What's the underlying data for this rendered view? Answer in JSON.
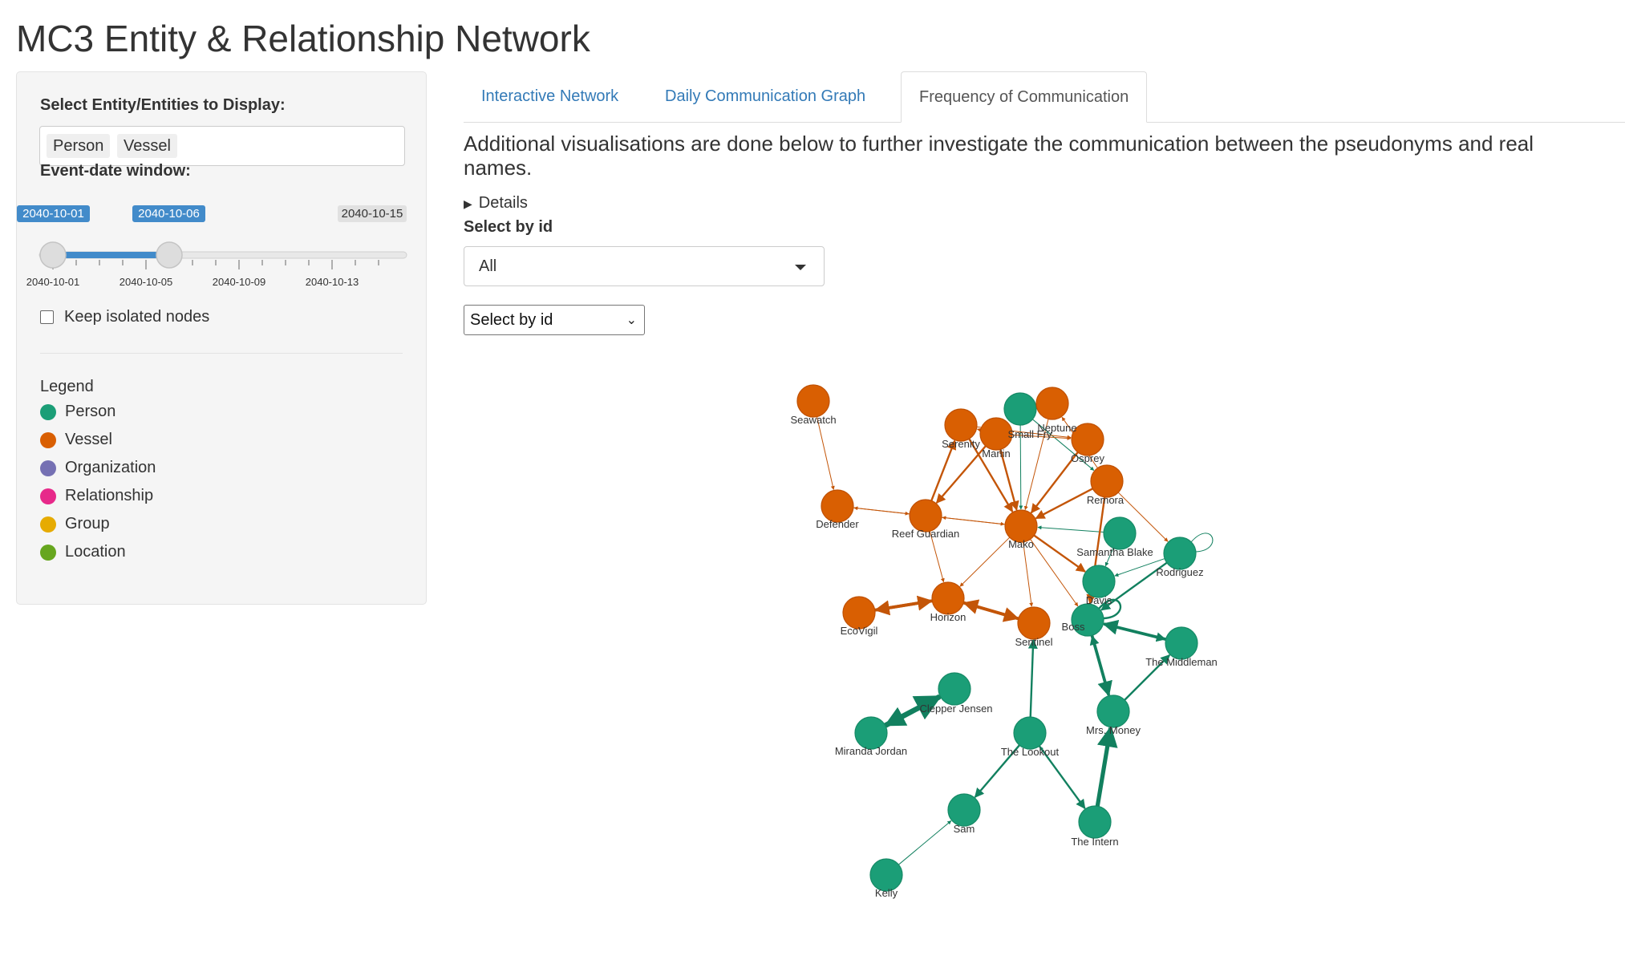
{
  "title": "MC3 Entity & Relationship Network",
  "sidebar": {
    "entity_label": "Select Entity/Entities to Display:",
    "selected_entities": [
      "Person",
      "Vessel"
    ],
    "date_label": "Event-date window:",
    "date_from": "2040-10-01",
    "date_to": "2040-10-06",
    "date_max": "2040-10-15",
    "date_ticks": [
      "2040-10-01",
      "2040-10-05",
      "2040-10-09",
      "2040-10-13"
    ],
    "keep_isolated_label": "Keep isolated nodes",
    "keep_isolated_checked": false,
    "legend_title": "Legend",
    "legend": [
      {
        "label": "Person",
        "color": "#1b9e77"
      },
      {
        "label": "Vessel",
        "color": "#d95f02"
      },
      {
        "label": "Organization",
        "color": "#7570b3"
      },
      {
        "label": "Relationship",
        "color": "#e7298a"
      },
      {
        "label": "Group",
        "color": "#e6ab02"
      },
      {
        "label": "Location",
        "color": "#66a61e"
      }
    ]
  },
  "tabs": [
    {
      "label": "Interactive Network",
      "active": false
    },
    {
      "label": "Daily Communication Graph",
      "active": false
    },
    {
      "label": "Frequency of Communication",
      "active": true
    }
  ],
  "main": {
    "description": "Additional visualisations are done below to further investigate the communication between the pseudonyms and real names.",
    "details_label": "Details",
    "select_label": "Select by id",
    "dropdown_value": "All",
    "native_select_value": "Select by id"
  },
  "colors": {
    "person": "#1b9e77",
    "vessel": "#d95f02"
  },
  "network": {
    "nodes": [
      {
        "id": "Seawatch",
        "type": "vessel"
      },
      {
        "id": "Defender",
        "type": "vessel"
      },
      {
        "id": "Serenity",
        "type": "vessel"
      },
      {
        "id": "Small Fry",
        "type": "person"
      },
      {
        "id": "Marlin",
        "type": "vessel"
      },
      {
        "id": "Neptune",
        "type": "vessel"
      },
      {
        "id": "Osprey",
        "type": "vessel"
      },
      {
        "id": "Remora",
        "type": "vessel"
      },
      {
        "id": "Reef Guardian",
        "type": "vessel"
      },
      {
        "id": "Mako",
        "type": "vessel"
      },
      {
        "id": "Samantha Blake",
        "type": "person"
      },
      {
        "id": "Rodriguez",
        "type": "person"
      },
      {
        "id": "EcoVigil",
        "type": "vessel"
      },
      {
        "id": "Horizon",
        "type": "vessel"
      },
      {
        "id": "Sentinel",
        "type": "vessel"
      },
      {
        "id": "Davis",
        "type": "person"
      },
      {
        "id": "Boss",
        "type": "person"
      },
      {
        "id": "The Middleman",
        "type": "person"
      },
      {
        "id": "Clepper Jensen",
        "type": "person"
      },
      {
        "id": "Miranda Jordan",
        "type": "person"
      },
      {
        "id": "The Lookout",
        "type": "person"
      },
      {
        "id": "Mrs. Money",
        "type": "person"
      },
      {
        "id": "Sam",
        "type": "person"
      },
      {
        "id": "The Intern",
        "type": "person"
      },
      {
        "id": "Kelly",
        "type": "person"
      }
    ],
    "edges": [
      {
        "source": "Seawatch",
        "target": "Defender",
        "weight": 1
      },
      {
        "source": "Reef Guardian",
        "target": "Defender",
        "weight": 1
      },
      {
        "source": "Defender",
        "target": "Reef Guardian",
        "weight": 1
      },
      {
        "source": "Reef Guardian",
        "target": "Serenity",
        "weight": 2
      },
      {
        "source": "Marlin",
        "target": "Reef Guardian",
        "weight": 2
      },
      {
        "source": "Reef Guardian",
        "target": "Mako",
        "weight": 1
      },
      {
        "source": "Mako",
        "target": "Reef Guardian",
        "weight": 1
      },
      {
        "source": "Reef Guardian",
        "target": "Horizon",
        "weight": 1
      },
      {
        "source": "Serenity",
        "target": "Mako",
        "weight": 2
      },
      {
        "source": "Marlin",
        "target": "Mako",
        "weight": 2
      },
      {
        "source": "Mako",
        "target": "Marlin",
        "weight": 1
      },
      {
        "source": "Small Fry",
        "target": "Mako",
        "weight": 1
      },
      {
        "source": "Neptune",
        "target": "Mako",
        "weight": 1
      },
      {
        "source": "Neptune",
        "target": "Small Fry",
        "weight": 1
      },
      {
        "source": "Marlin",
        "target": "Serenity",
        "weight": 1
      },
      {
        "source": "Osprey",
        "target": "Mako",
        "weight": 2
      },
      {
        "source": "Mako",
        "target": "Osprey",
        "weight": 1
      },
      {
        "source": "Remora",
        "target": "Mako",
        "weight": 2
      },
      {
        "source": "Remora",
        "target": "Neptune",
        "weight": 1
      },
      {
        "source": "Small Fry",
        "target": "Remora",
        "weight": 1
      },
      {
        "source": "Marlin",
        "target": "Osprey",
        "weight": 1
      },
      {
        "source": "Serenity",
        "target": "Osprey",
        "weight": 1
      },
      {
        "source": "Remora",
        "target": "Rodriguez",
        "weight": 1
      },
      {
        "source": "Samantha Blake",
        "target": "Mako",
        "weight": 1
      },
      {
        "source": "Mako",
        "target": "Davis",
        "weight": 2
      },
      {
        "source": "Mako",
        "target": "Boss",
        "weight": 1
      },
      {
        "source": "Mako",
        "target": "Sentinel",
        "weight": 1
      },
      {
        "source": "Mako",
        "target": "Horizon",
        "weight": 1
      },
      {
        "source": "Horizon",
        "target": "EcoVigil",
        "weight": 3
      },
      {
        "source": "EcoVigil",
        "target": "Horizon",
        "weight": 3
      },
      {
        "source": "Horizon",
        "target": "Sentinel",
        "weight": 3
      },
      {
        "source": "Sentinel",
        "target": "Horizon",
        "weight": 3
      },
      {
        "source": "Remora",
        "target": "Boss",
        "weight": 2
      },
      {
        "source": "Rodriguez",
        "target": "Boss",
        "weight": 2
      },
      {
        "source": "Rodriguez",
        "target": "Davis",
        "weight": 1
      },
      {
        "source": "Samantha Blake",
        "target": "Davis",
        "weight": 1
      },
      {
        "source": "The Middleman",
        "target": "Boss",
        "weight": 3
      },
      {
        "source": "Boss",
        "target": "The Middleman",
        "weight": 2
      },
      {
        "source": "Mrs. Money",
        "target": "The Middleman",
        "weight": 2
      },
      {
        "source": "Boss",
        "target": "Mrs. Money",
        "weight": 3
      },
      {
        "source": "Mrs. Money",
        "target": "Boss",
        "weight": 2
      },
      {
        "source": "The Intern",
        "target": "Mrs. Money",
        "weight": 4
      },
      {
        "source": "The Lookout",
        "target": "The Intern",
        "weight": 2
      },
      {
        "source": "The Intern",
        "target": "The Lookout",
        "weight": 1
      },
      {
        "source": "The Lookout",
        "target": "Sentinel",
        "weight": 2
      },
      {
        "source": "The Lookout",
        "target": "Sam",
        "weight": 2
      },
      {
        "source": "Kelly",
        "target": "Sam",
        "weight": 1
      },
      {
        "source": "Miranda Jordan",
        "target": "Clepper Jensen",
        "weight": 5
      },
      {
        "source": "Clepper Jensen",
        "target": "Miranda Jordan",
        "weight": 4
      },
      {
        "source": "Rodriguez",
        "target": "Rodriguez",
        "weight": 1
      },
      {
        "source": "Boss",
        "target": "Boss",
        "weight": 2
      }
    ]
  }
}
